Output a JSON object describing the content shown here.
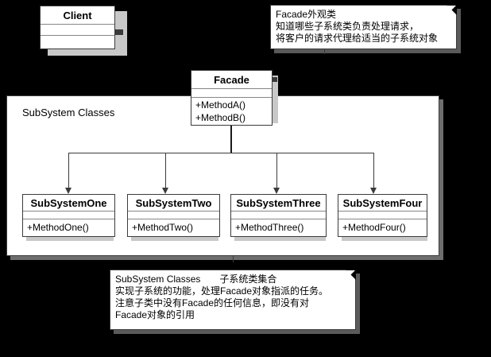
{
  "diagram": {
    "title": "Facade Pattern UML Class Diagram",
    "background_color": "#000000",
    "box_fill": "#ffffff",
    "line_color": "#3b3b3b"
  },
  "client": {
    "name": "Client",
    "attributes": [],
    "operations": []
  },
  "facade": {
    "name": "Facade",
    "attributes": [],
    "operations": [
      "+MethodA()",
      "+MethodB()"
    ]
  },
  "package": {
    "label": "SubSystem Classes"
  },
  "subsystems": [
    {
      "name": "SubSystemOne",
      "attributes": [],
      "operations": [
        "+MethodOne()"
      ]
    },
    {
      "name": "SubSystemTwo",
      "attributes": [],
      "operations": [
        "+MethodTwo()"
      ]
    },
    {
      "name": "SubSystemThree",
      "attributes": [],
      "operations": [
        "+MethodThree()"
      ]
    },
    {
      "name": "SubSystemFour",
      "attributes": [],
      "operations": [
        "+MethodFour()"
      ]
    }
  ],
  "notes": [
    {
      "id": "facade-note",
      "text": "Facade外观类\n知道哪些子系统类负责处理请求，\n将客户的请求代理给适当的子系统对象"
    },
    {
      "id": "subsystem-note",
      "text": "SubSystem Classes　　子系统类集合\n实现子系统的功能，处理Facade对象指派的任务。\n注意子类中没有Facade的任何信息，即没有对\nFacade对象的引用"
    }
  ]
}
